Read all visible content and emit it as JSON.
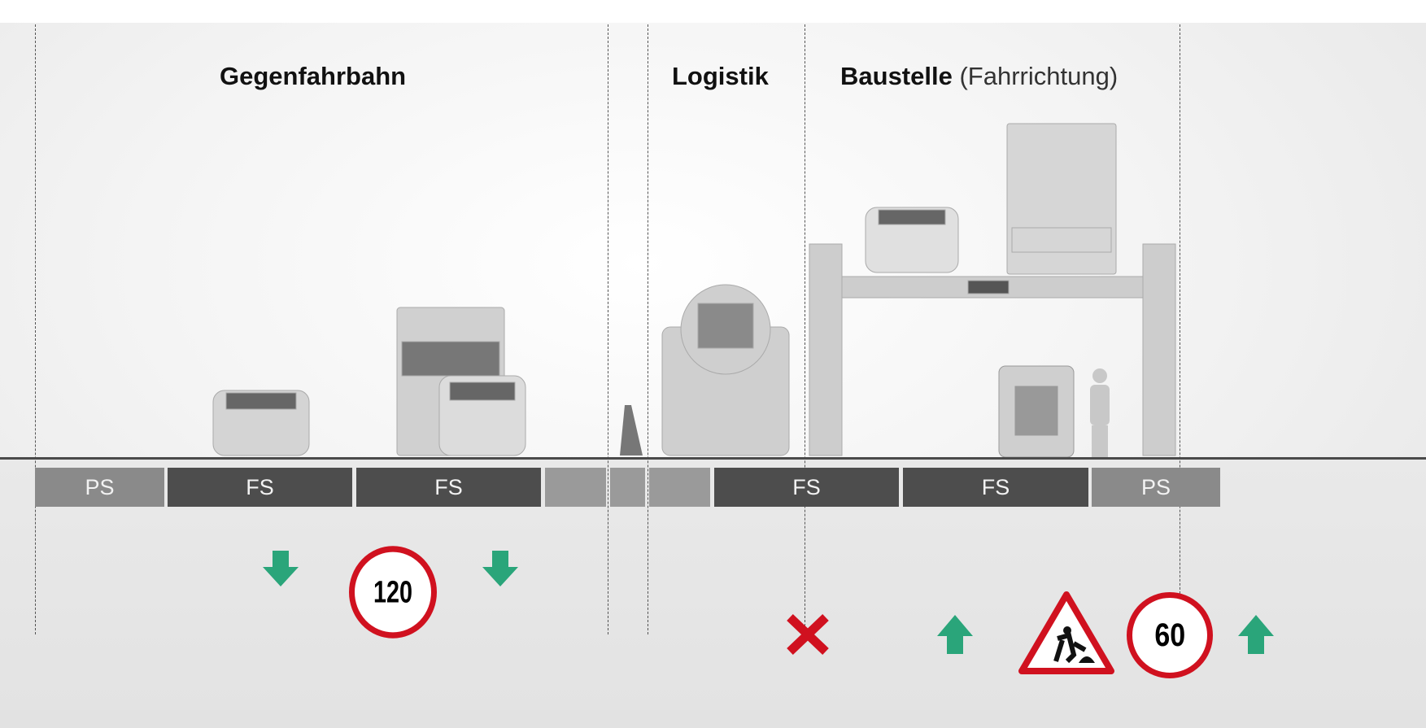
{
  "headings": {
    "oncoming": "Gegenfahrbahn",
    "logistics": "Logistik",
    "construction": "Baustelle",
    "construction_sub": "(Fahrrichtung)"
  },
  "lanes": [
    "PS",
    "FS",
    "FS",
    "",
    "",
    "",
    "FS",
    "FS",
    "PS"
  ],
  "signs": {
    "speed_oncoming": "120",
    "speed_construction": "60"
  },
  "colors": {
    "arrow": "#2aa57a",
    "red": "#d0111f",
    "lane_fs": "#4d4d4d",
    "lane_ps": "#8a8a8a"
  }
}
